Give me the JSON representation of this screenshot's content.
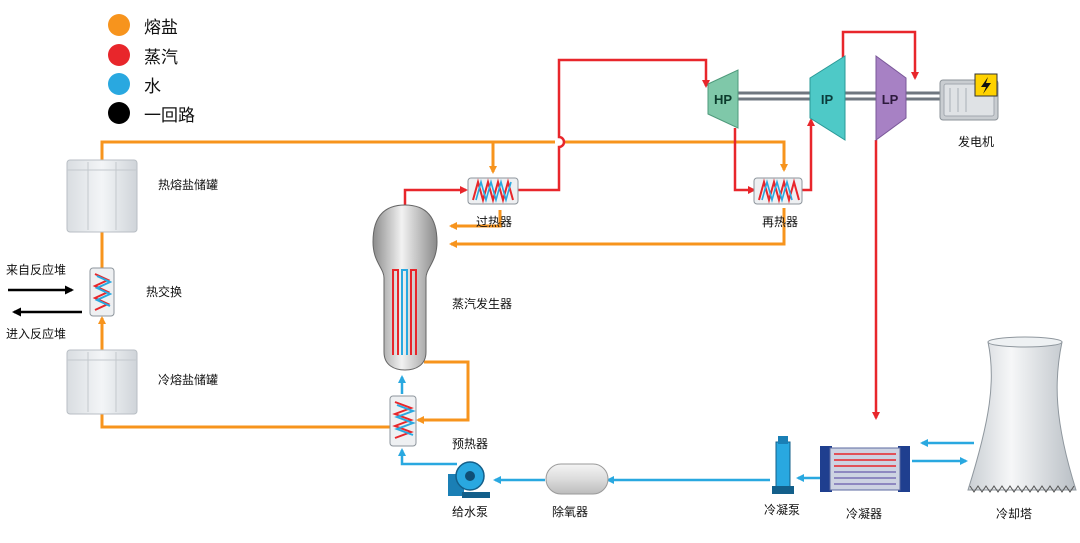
{
  "colors": {
    "molten_salt": "#F7941D",
    "steam": "#E8262B",
    "water": "#29A8E0",
    "primary_loop": "#000000",
    "hp_turbine": "#7FC8A9",
    "ip_turbine": "#4EC9C7",
    "lp_turbine": "#A781C4"
  },
  "legend": [
    {
      "label": "熔盐",
      "color": "#F7941D"
    },
    {
      "label": "蒸汽",
      "color": "#E8262B"
    },
    {
      "label": "水",
      "color": "#29A8E0"
    },
    {
      "label": "一回路",
      "color": "#000000"
    }
  ],
  "components": {
    "hot_tank": "热熔盐储罐",
    "cold_tank": "冷熔盐储罐",
    "heat_exchanger": "热交换",
    "superheater": "过热器",
    "reheater": "再热器",
    "steam_generator": "蒸汽发生器",
    "preheater": "预热器",
    "feed_pump": "给水泵",
    "deaerator": "除氧器",
    "condensate_pump": "冷凝泵",
    "condenser": "冷凝器",
    "cooling_tower": "冷却塔",
    "generator": "发电机"
  },
  "reactor": {
    "from": "来自反应堆",
    "to": "进入反应堆"
  },
  "turbines": {
    "hp": "HP",
    "ip": "IP",
    "lp": "LP"
  }
}
